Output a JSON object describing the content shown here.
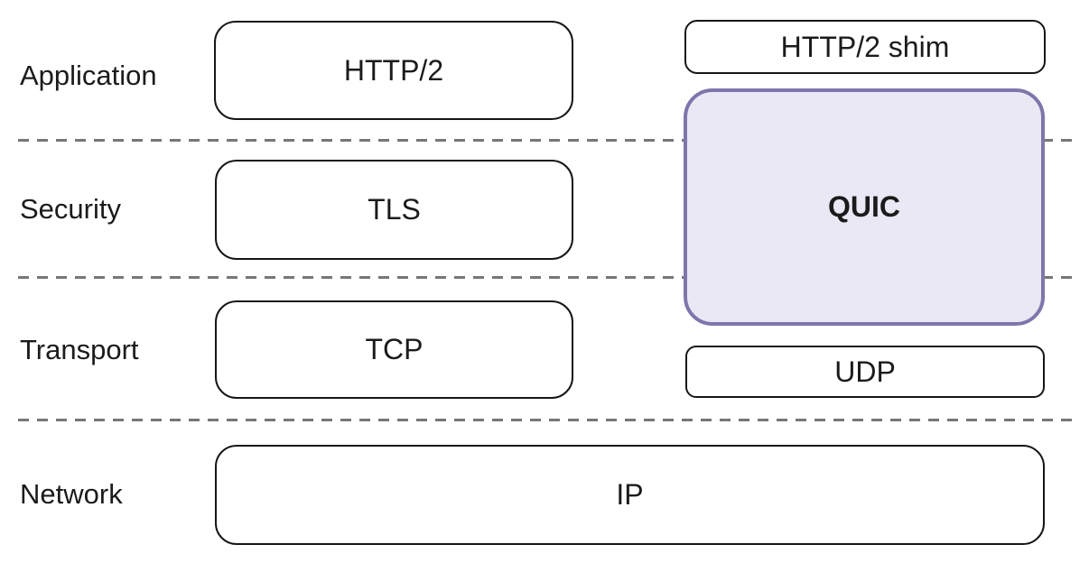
{
  "diagram": {
    "type": "protocol-stack",
    "rows": [
      {
        "label": "Application"
      },
      {
        "label": "Security"
      },
      {
        "label": "Transport"
      },
      {
        "label": "Network"
      }
    ],
    "boxes": {
      "http2": {
        "label": "HTTP/2"
      },
      "http2_shim": {
        "label": "HTTP/2 shim"
      },
      "quic": {
        "label": "QUIC"
      },
      "tls": {
        "label": "TLS"
      },
      "tcp": {
        "label": "TCP"
      },
      "udp": {
        "label": "UDP"
      },
      "ip": {
        "label": "IP"
      }
    },
    "colors": {
      "background": "#ffffff",
      "box_border": "#161616",
      "quic_border": "#7e76ab",
      "quic_fill": "#eae8f4",
      "dashed_line": "#777777",
      "text": "#1b1b1b"
    }
  }
}
